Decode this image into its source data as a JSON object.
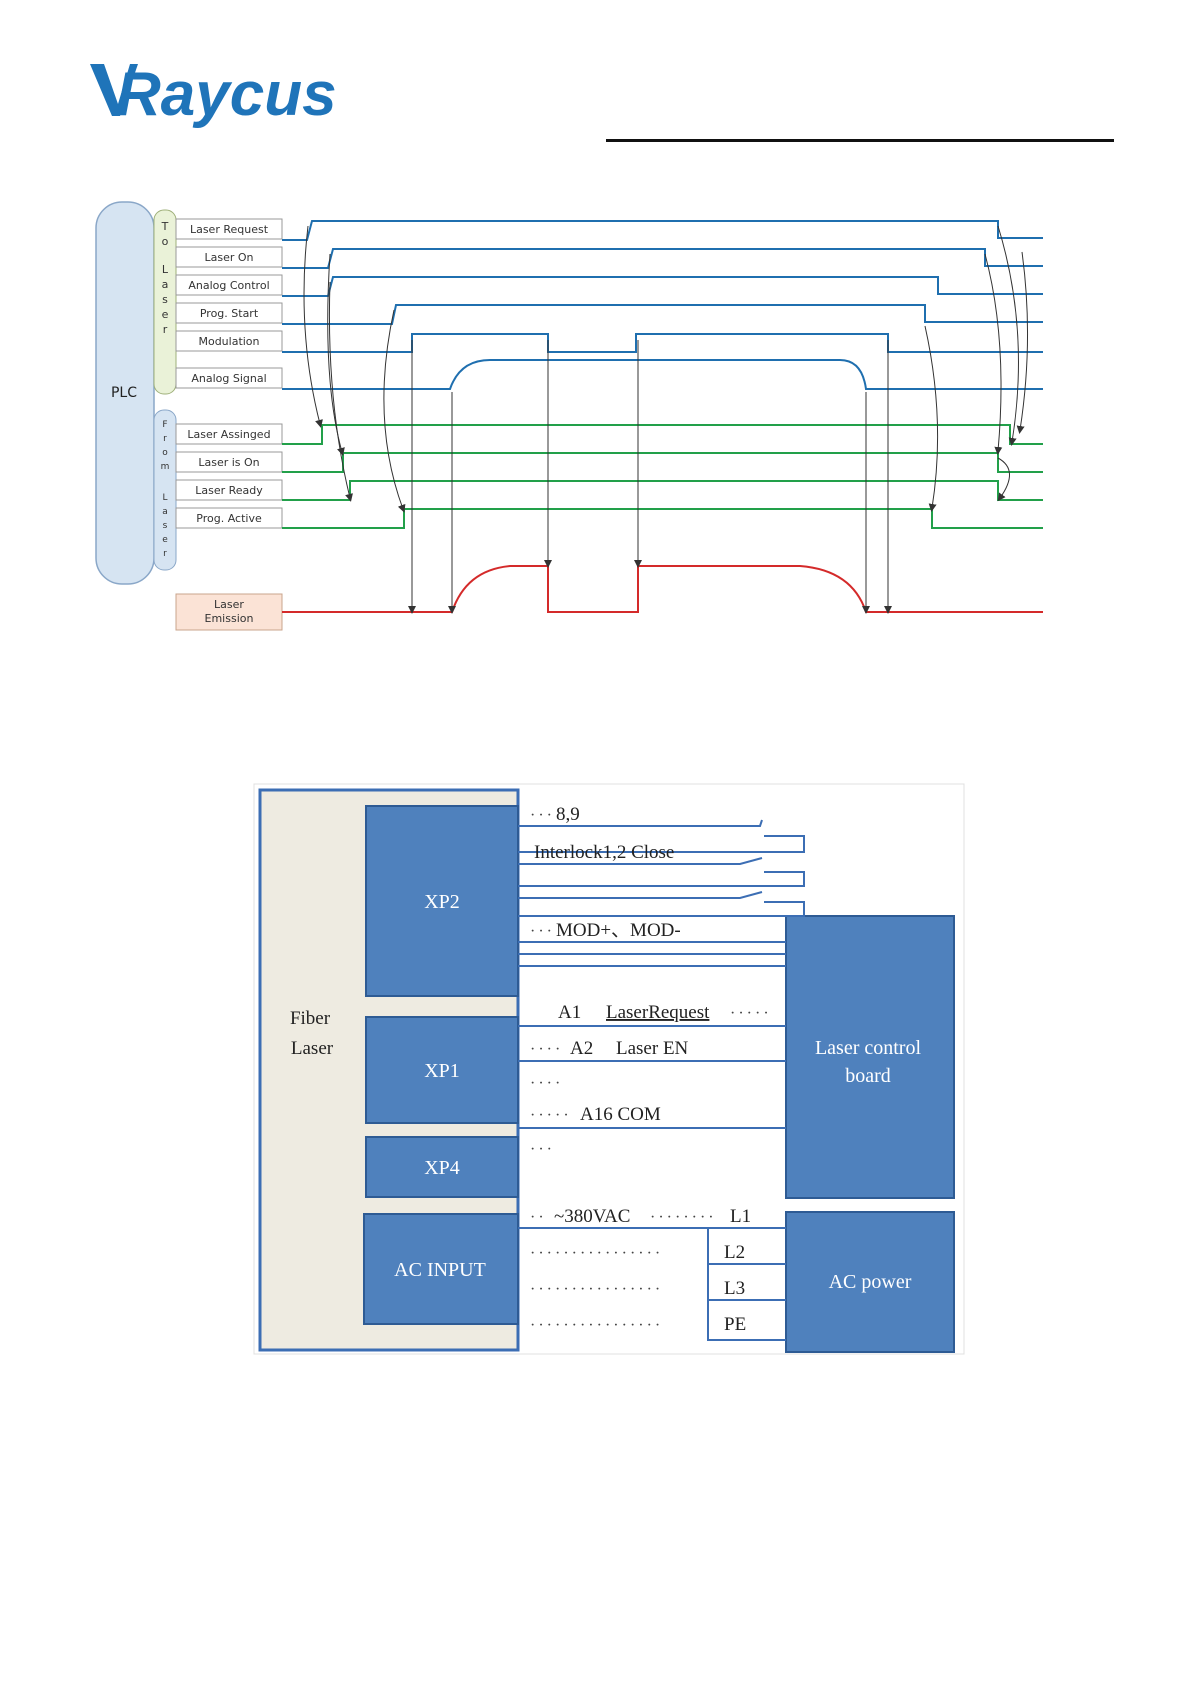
{
  "header": {
    "brand": "Raycus"
  },
  "timing": {
    "plc_label": "PLC",
    "to_laser_letters": [
      "T",
      "o",
      "L",
      "a",
      "s",
      "e",
      "r"
    ],
    "from_laser_letters": [
      "F",
      "r",
      "o",
      "m",
      "L",
      "a",
      "s",
      "e",
      "r"
    ],
    "to_signals": [
      "Laser Request",
      "Laser On",
      "Analog Control",
      "Prog. Start",
      "Modulation",
      "Analog Signal"
    ],
    "from_signals": [
      "Laser Assinged",
      "Laser is On",
      "Laser Ready",
      "Prog. Active"
    ],
    "emission_label_1": "Laser",
    "emission_label_2": "Emission",
    "colors": {
      "to": "#1f6faf",
      "from": "#22a04a",
      "emission": "#d42a2a",
      "plc": "#d6e4f2",
      "to_group": "#eaf2d8",
      "emission_box": "#fbe3d6"
    }
  },
  "wiring": {
    "fiber_laser_1": "Fiber",
    "fiber_laser_2": "Laser",
    "blocks": {
      "xp2": "XP2",
      "xp1": "XP1",
      "xp4": "XP4",
      "ac_input": "AC INPUT",
      "control_1": "Laser control",
      "control_2": "board",
      "ac_power": "AC power"
    },
    "labels": {
      "pins89": "8,9",
      "interlock": "Interlock1,2 Close",
      "mod": "MOD+、MOD-",
      "a1": "A1",
      "laser_request": "LaserRequest",
      "a2": "A2",
      "laser_en": "Laser EN",
      "a16": "A16 COM",
      "vac": "~380VAC",
      "l1": "L1",
      "l2": "L2",
      "l3": "L3",
      "pe": "PE"
    },
    "colors": {
      "block": "#4f81bd",
      "line": "#3c6eb4",
      "frame_fill": "#eeebe1"
    }
  }
}
